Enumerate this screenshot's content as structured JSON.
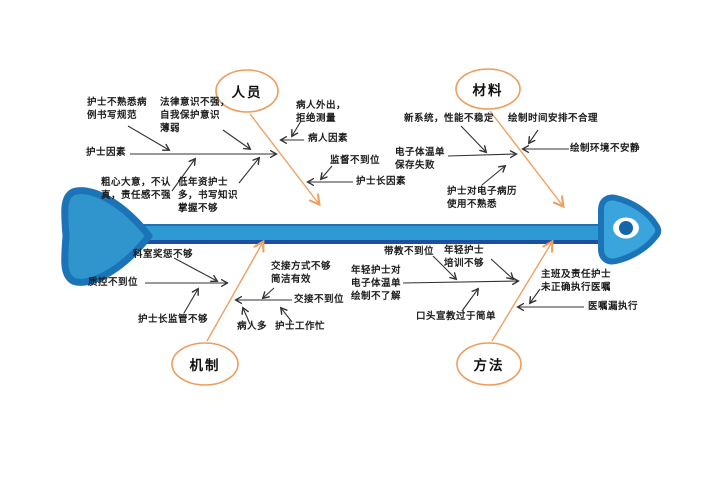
{
  "diagram": {
    "type": "fishbone-cause-effect",
    "colors": {
      "category_oval_orange": "#EE9D5D",
      "orange_bone": "#F0A061",
      "spine_blue": "#2D9AD3",
      "spine_bottom_dark": "#1F4E9E",
      "spine_top_edge": "#2270AD",
      "fish_outline_blue": "#1B74B8",
      "fish_fill_light": "#3AA5DC",
      "fish_tail_fill": "#2F95CC",
      "eye_white": "#FFFFFF",
      "eye_pupil": "#1565A8",
      "arrow_black": "#333333",
      "text_black": "#1C1C1C"
    }
  },
  "categories": [
    {
      "label": "人员"
    },
    {
      "label": "材料"
    },
    {
      "label": "机制"
    },
    {
      "label": "方法"
    }
  ],
  "labels": [
    {
      "text": "护士不熟悉病\n例书写规范"
    },
    {
      "text": "法律意识不强，\n自我保护意识\n薄弱"
    },
    {
      "text": "护士因素"
    },
    {
      "text": "粗心大意，不认\n真，责任感不强"
    },
    {
      "text": "低年资护士\n多，书写知识\n掌握不够"
    },
    {
      "text": "病人外出，\n拒绝测量"
    },
    {
      "text": "病人因素"
    },
    {
      "text": "监督不到位"
    },
    {
      "text": "护士长因素"
    },
    {
      "text": "新系统，性能不稳定"
    },
    {
      "text": "电子体温单\n保存失败"
    },
    {
      "text": "护士对电子病历\n使用不熟悉"
    },
    {
      "text": "绘制时间安排不合理"
    },
    {
      "text": "绘制环境不安静"
    },
    {
      "text": "科室奖惩不够"
    },
    {
      "text": "质控不到位"
    },
    {
      "text": "护士长监管不够"
    },
    {
      "text": "交接方式不够\n简洁有效"
    },
    {
      "text": "交接不到位"
    },
    {
      "text": "病人多"
    },
    {
      "text": "护士工作忙"
    },
    {
      "text": "带教不到位"
    },
    {
      "text": "年轻护士\n培训不够"
    },
    {
      "text": "年轻护士对\n电子体温单\n绘制不了解"
    },
    {
      "text": "口头宣教过于简单"
    },
    {
      "text": "主班及责任护士\n未正确执行医嘱"
    },
    {
      "text": "医嘱漏执行"
    }
  ]
}
